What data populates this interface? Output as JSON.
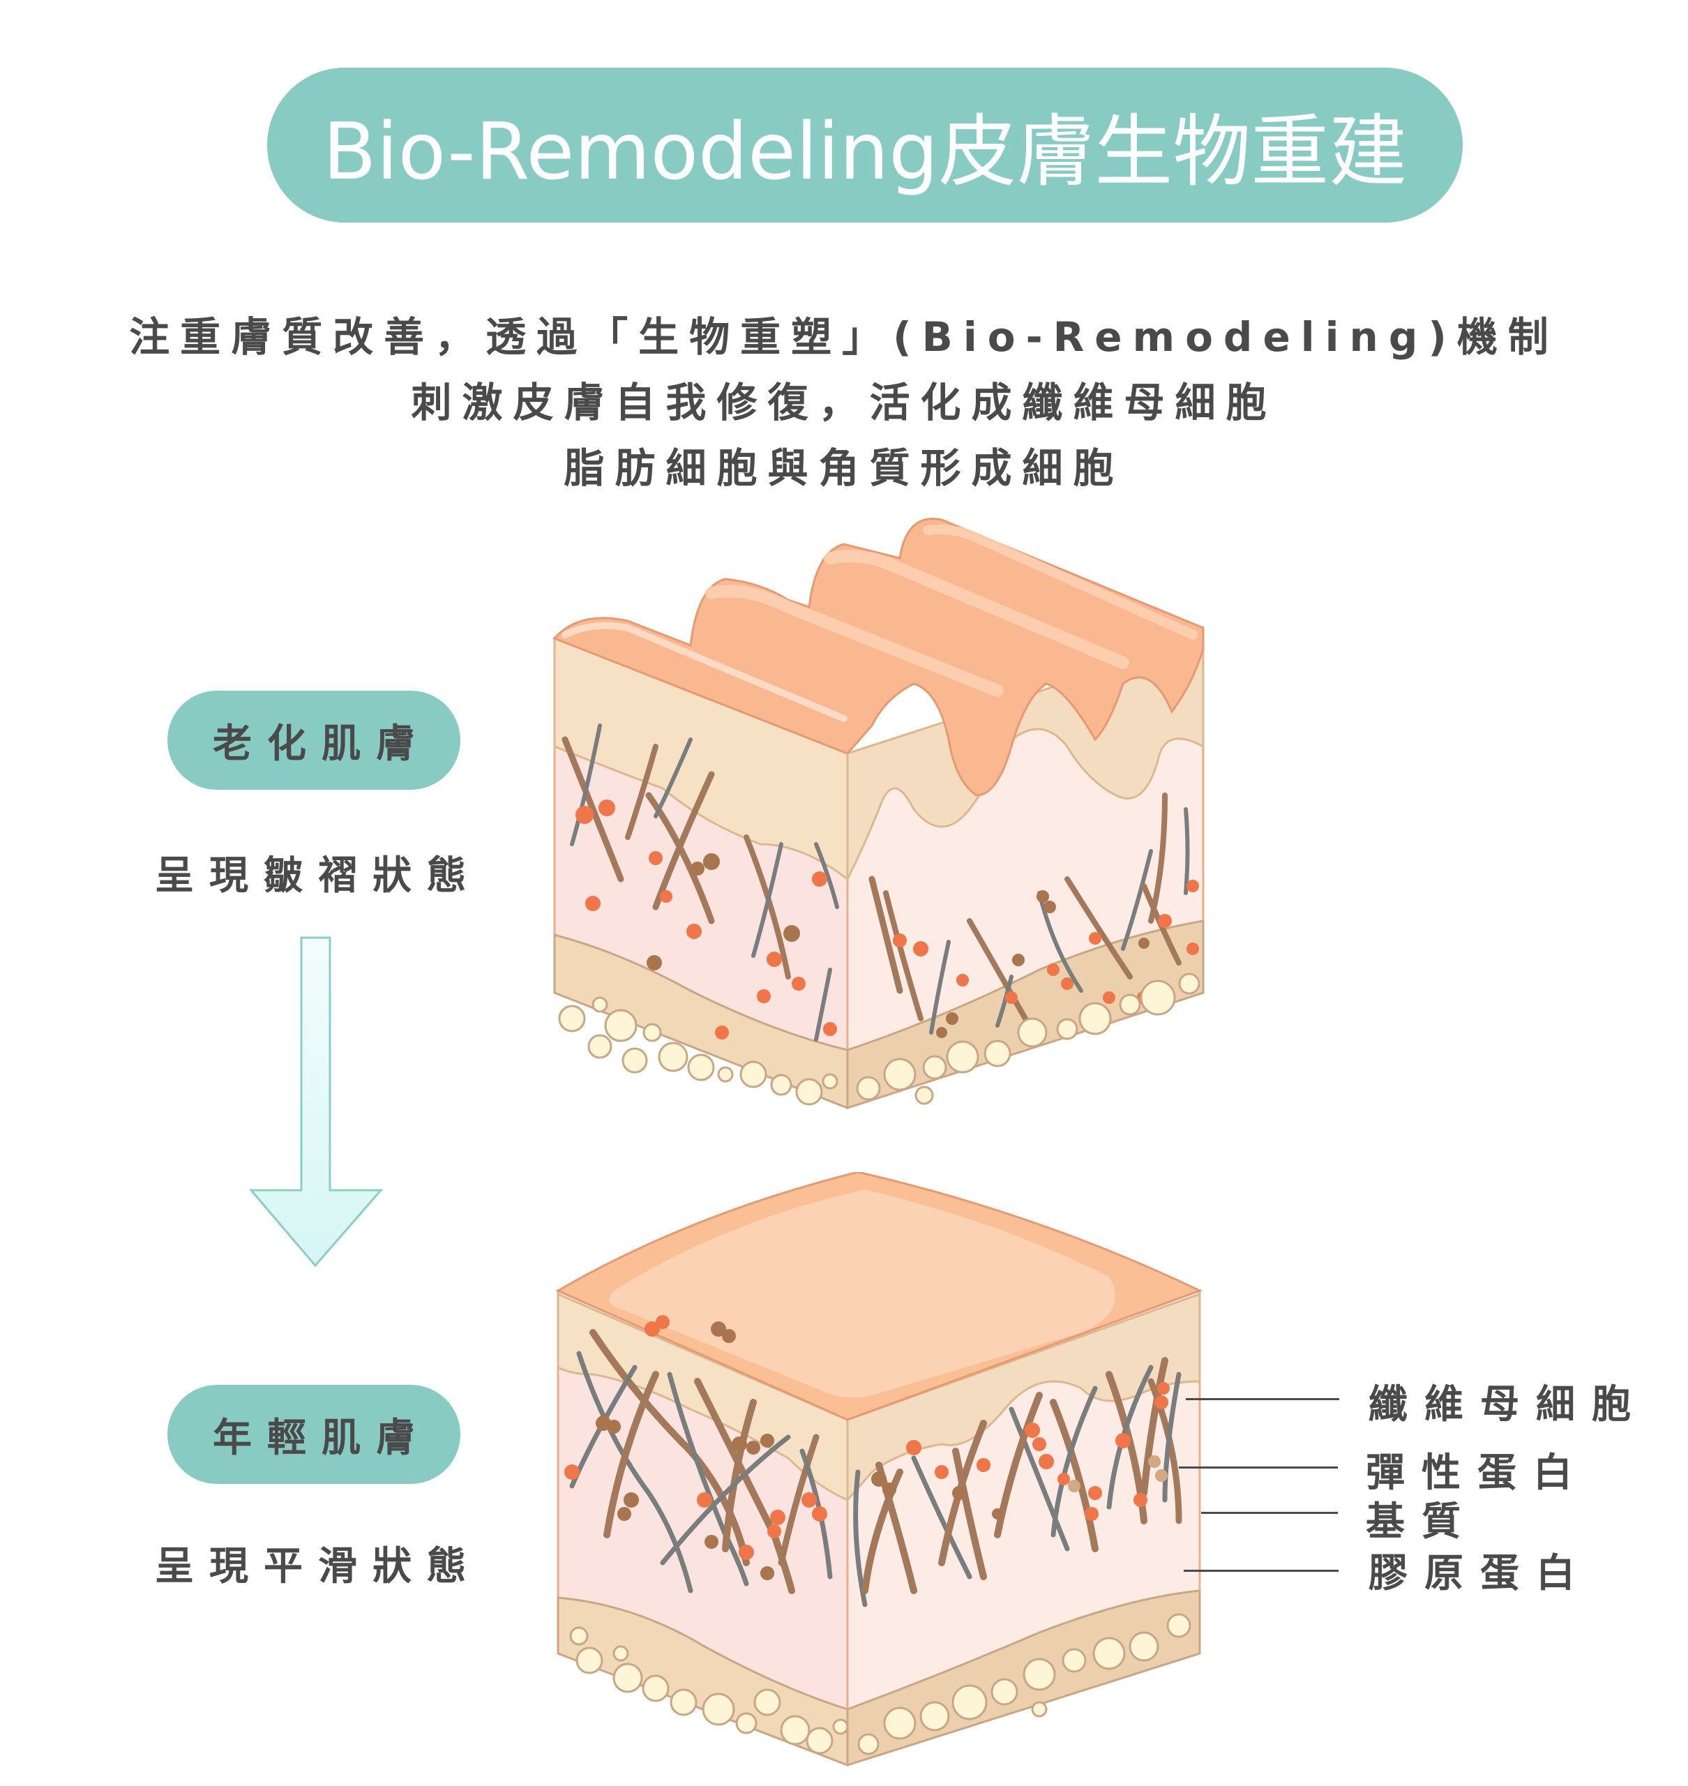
{
  "header": {
    "title": "Bio-Remodeling皮膚生物重建"
  },
  "description": {
    "lines": [
      "注重膚質改善，透過「生物重塑」(Bio-Remodeling)機制",
      "刺激皮膚自我修復，活化成纖維母細胞",
      "脂肪細胞與角質形成細胞"
    ]
  },
  "aging": {
    "badge": "老化肌膚",
    "state": "呈現皺褶狀態",
    "illustration": "wrinkled-skin-cross-section"
  },
  "transition": {
    "icon": "arrow-down-icon"
  },
  "young": {
    "badge": "年輕肌膚",
    "state": "呈現平滑狀態",
    "illustration": "smooth-skin-cross-section"
  },
  "callouts": [
    {
      "label": "纖維母細胞"
    },
    {
      "label": "彈性蛋白"
    },
    {
      "label": "基質"
    },
    {
      "label": "膠原蛋白"
    }
  ],
  "colors": {
    "accent": "#88cbc2",
    "text": "#4a4a4a",
    "title_text": "#ffffff",
    "arrow_fill": "#dff8f7",
    "arrow_stroke": "#8ecdc4",
    "skin_surface": "#fcc9a6",
    "epidermis": "#f6e1c4",
    "dermis": "#fbe4df",
    "fat_layer": "#f1d8b7",
    "fat_cell": "#fdf5d6",
    "collagen": "#a4785a",
    "elastin": "#7a7d7d",
    "fibroblast": "#f0764a"
  }
}
